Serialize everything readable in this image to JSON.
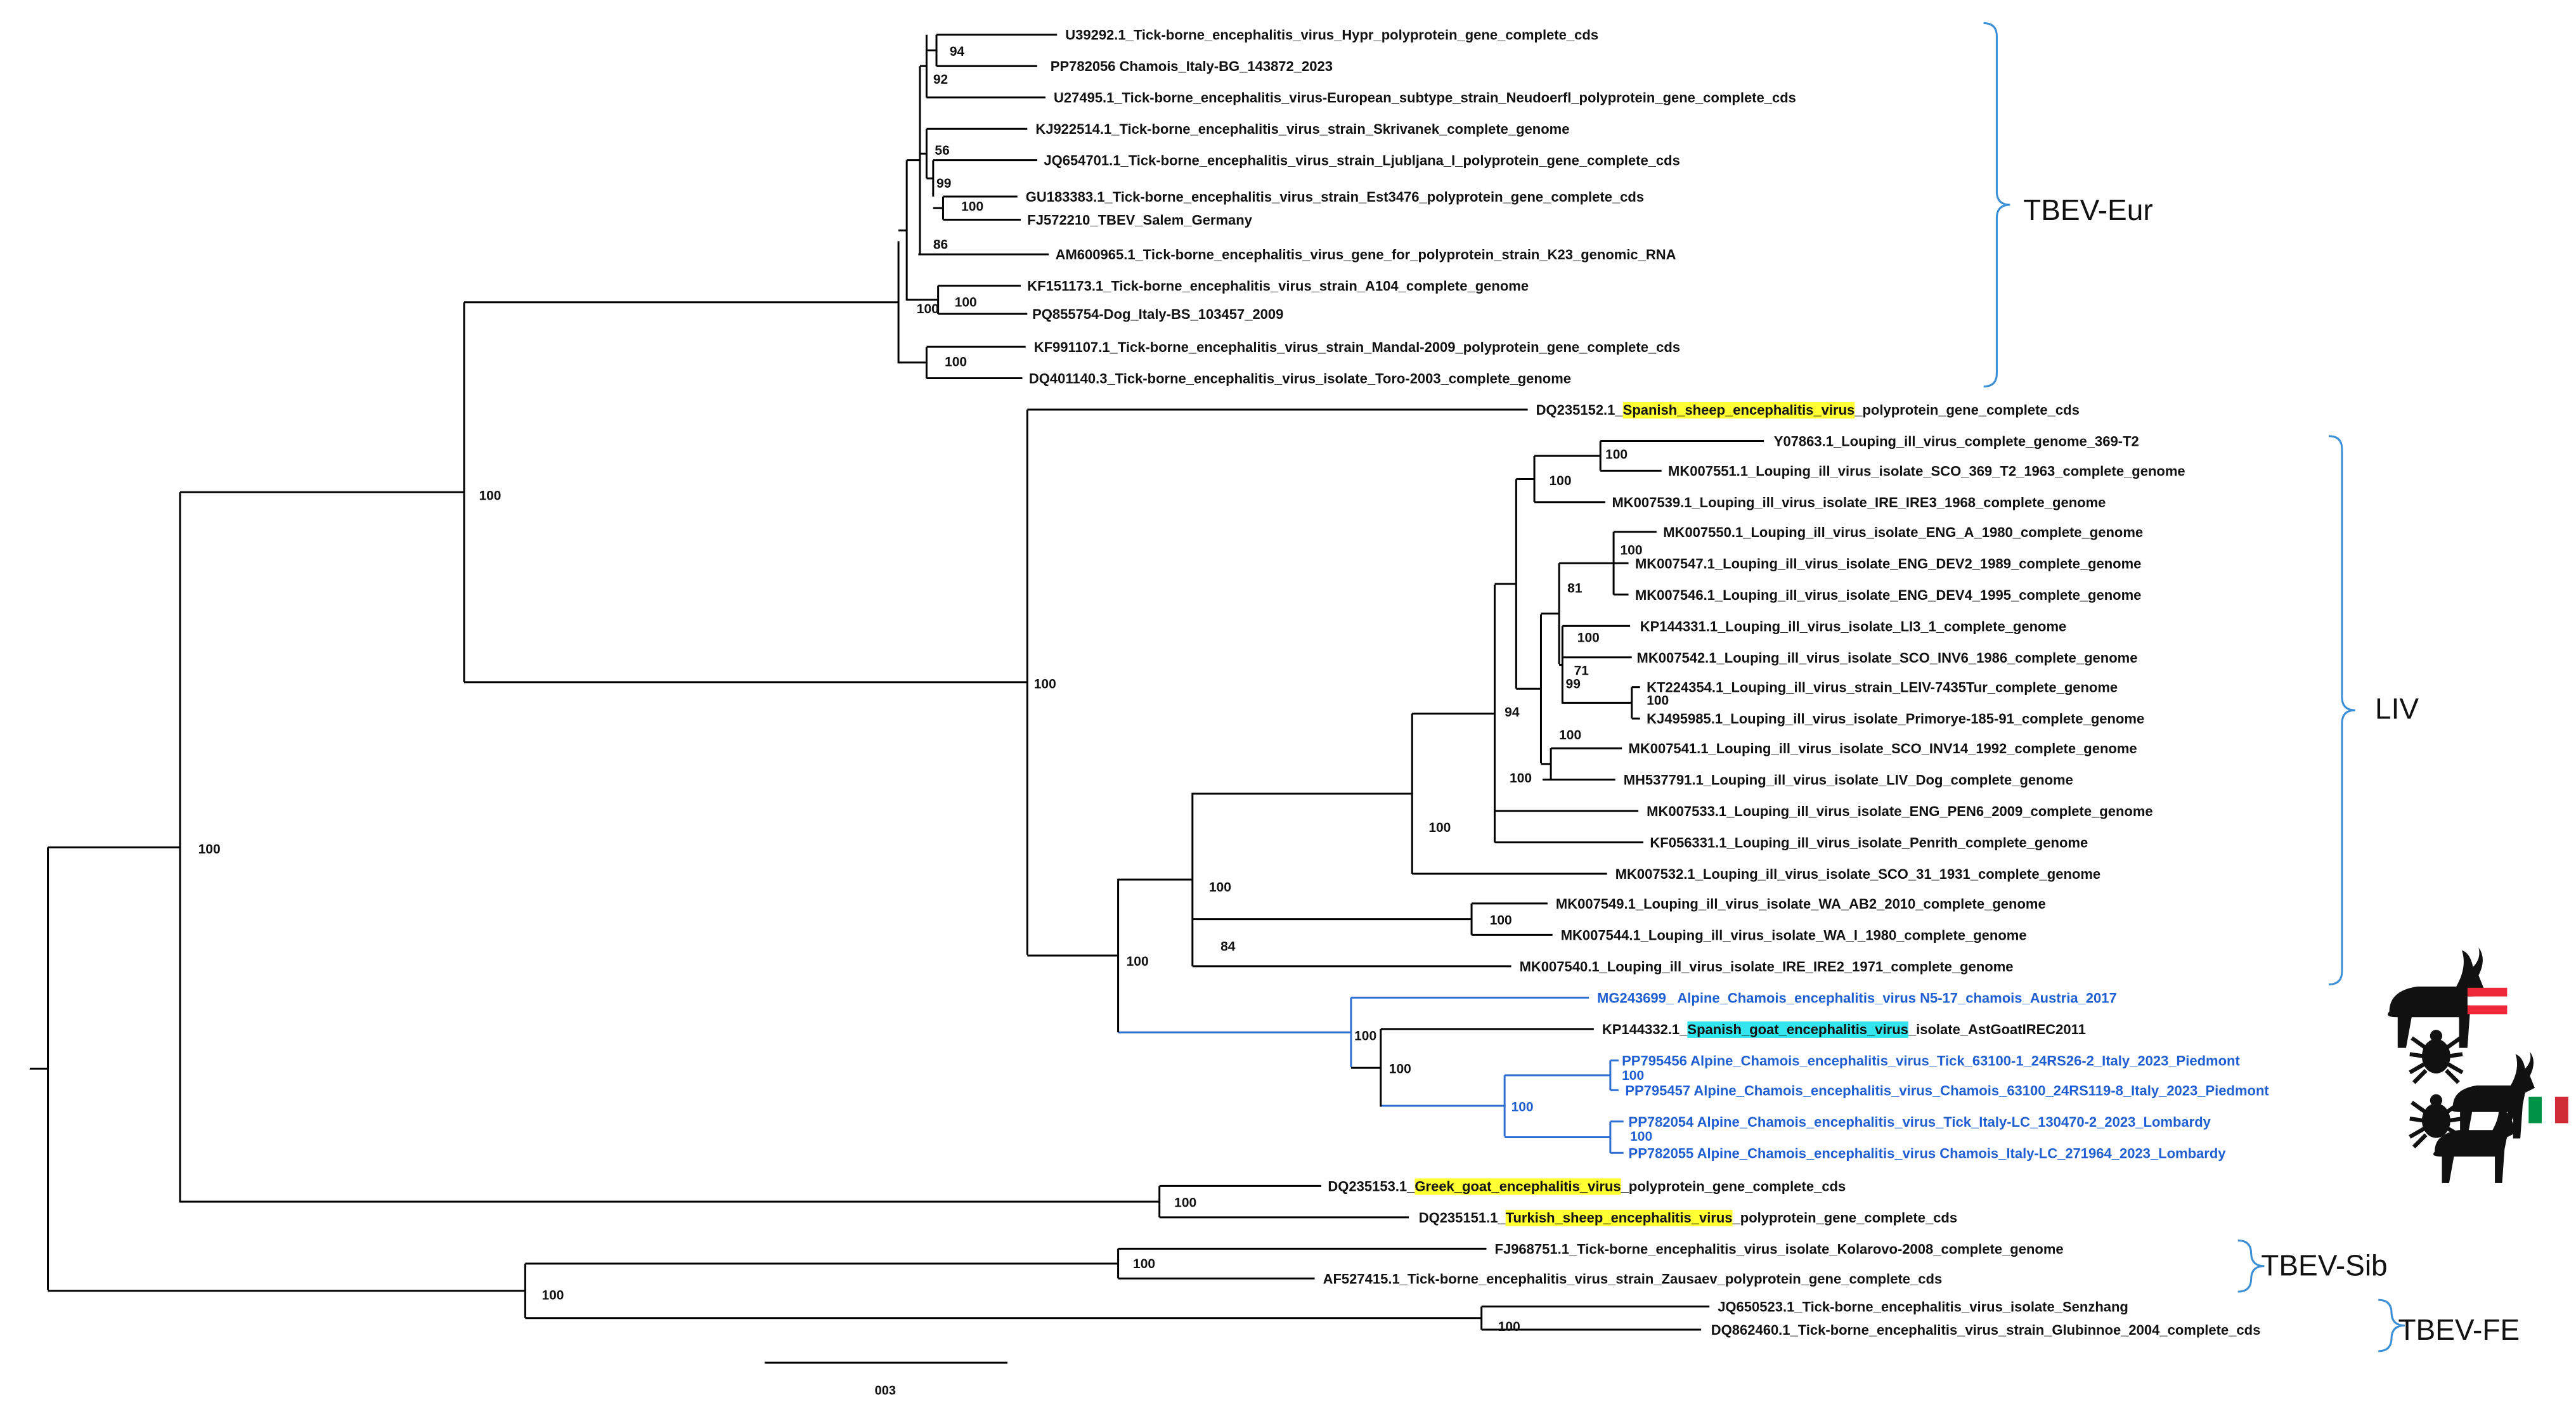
{
  "tips": [
    {
      "id": "t1",
      "label": "U39292.1_Tick-borne_encephalitis_virus_Hypr_polyprotein_gene_complete_cds"
    },
    {
      "id": "t2",
      "label": "PP782056 Chamois_Italy-BG_143872_2023"
    },
    {
      "id": "t3",
      "label": "U27495.1_Tick-borne_encephalitis_virus-European_subtype_strain_Neudoerfl_polyprotein_gene_complete_cds"
    },
    {
      "id": "t4",
      "label": "KJ922514.1_Tick-borne_encephalitis_virus_strain_Skrivanek_complete_genome"
    },
    {
      "id": "t5",
      "label": "JQ654701.1_Tick-borne_encephalitis_virus_strain_Ljubljana_I_polyprotein_gene_complete_cds"
    },
    {
      "id": "t6",
      "label": "GU183383.1_Tick-borne_encephalitis_virus_strain_Est3476_polyprotein_gene_complete_cds"
    },
    {
      "id": "t7",
      "label": "FJ572210_TBEV_Salem_Germany"
    },
    {
      "id": "t8",
      "label": "AM600965.1_Tick-borne_encephalitis_virus_gene_for_polyprotein_strain_K23_genomic_RNA"
    },
    {
      "id": "t9",
      "label": "KF151173.1_Tick-borne_encephalitis_virus_strain_A104_complete_genome"
    },
    {
      "id": "t10",
      "label": "PQ855754-Dog_Italy-BS_103457_2009"
    },
    {
      "id": "t11",
      "label": "KF991107.1_Tick-borne_encephalitis_virus_strain_Mandal-2009_polyprotein_gene_complete_cds"
    },
    {
      "id": "t12",
      "label": "DQ401140.3_Tick-borne_encephalitis_virus_isolate_Toro-2003_complete_genome"
    },
    {
      "id": "t13",
      "label": "DQ235152.1_",
      "highlight": "Spanish_sheep_encephalitis_virus",
      "highlight_color": "#ffff33",
      "suffix": "_polyprotein_gene_complete_cds"
    },
    {
      "id": "t14",
      "label": "Y07863.1_Louping_ill_virus_complete_genome_369-T2"
    },
    {
      "id": "t15",
      "label": "MK007551.1_Louping_ill_virus_isolate_SCO_369_T2_1963_complete_genome"
    },
    {
      "id": "t16",
      "label": "MK007539.1_Louping_ill_virus_isolate_IRE_IRE3_1968_complete_genome"
    },
    {
      "id": "t17",
      "label": "MK007550.1_Louping_ill_virus_isolate_ENG_A_1980_complete_genome"
    },
    {
      "id": "t18",
      "label": "MK007547.1_Louping_ill_virus_isolate_ENG_DEV2_1989_complete_genome"
    },
    {
      "id": "t19",
      "label": "MK007546.1_Louping_ill_virus_isolate_ENG_DEV4_1995_complete_genome"
    },
    {
      "id": "t20",
      "label": "KP144331.1_Louping_ill_virus_isolate_LI3_1_complete_genome"
    },
    {
      "id": "t21",
      "label": "MK007542.1_Louping_ill_virus_isolate_SCO_INV6_1986_complete_genome"
    },
    {
      "id": "t22",
      "label": "KT224354.1_Louping_ill_virus_strain_LEIV-7435Tur_complete_genome"
    },
    {
      "id": "t23",
      "label": "KJ495985.1_Louping_ill_virus_isolate_Primorye-185-91_complete_genome"
    },
    {
      "id": "t24",
      "label": "MK007541.1_Louping_ill_virus_isolate_SCO_INV14_1992_complete_genome"
    },
    {
      "id": "t25",
      "label": "MH537791.1_Louping_ill_virus_isolate_LIV_Dog_complete_genome"
    },
    {
      "id": "t26",
      "label": "MK007533.1_Louping_ill_virus_isolate_ENG_PEN6_2009_complete_genome"
    },
    {
      "id": "t27",
      "label": "KF056331.1_Louping_ill_virus_isolate_Penrith_complete_genome"
    },
    {
      "id": "t28",
      "label": "MK007532.1_Louping_ill_virus_isolate_SCO_31_1931_complete_genome"
    },
    {
      "id": "t29",
      "label": "MK007549.1_Louping_ill_virus_isolate_WA_AB2_2010_complete_genome"
    },
    {
      "id": "t30",
      "label": "MK007544.1_Louping_ill_virus_isolate_WA_I_1980_complete_genome"
    },
    {
      "id": "t31",
      "label": "MK007540.1_Louping_ill_virus_isolate_IRE_IRE2_1971_complete_genome"
    },
    {
      "id": "t32",
      "label": "MG243699_ Alpine_Chamois_encephalitis_virus N5-17_chamois_Austria_2017",
      "blue": true
    },
    {
      "id": "t33",
      "label": "KP144332.1_",
      "highlight": "Spanish_goat_encephalitis_virus",
      "highlight_color": "#33e6ee",
      "suffix": "_isolate_AstGoatIREC2011"
    },
    {
      "id": "t34",
      "label": "PP795456 Alpine_Chamois_encephalitis_virus_Tick_63100-1_24RS26-2_Italy_2023_Piedmont",
      "blue": true
    },
    {
      "id": "t35",
      "label": "PP795457 Alpine_Chamois_encephalitis_virus_Chamois_63100_24RS119-8_Italy_2023_Piedmont",
      "blue": true
    },
    {
      "id": "t36",
      "label": "PP782054 Alpine_Chamois_encephalitis_virus_Tick_Italy-LC_130470-2_2023_Lombardy",
      "blue": true
    },
    {
      "id": "t37",
      "label": "PP782055 Alpine_Chamois_encephalitis_virus Chamois_Italy-LC_271964_2023_Lombardy",
      "blue": true
    },
    {
      "id": "t38",
      "label": "DQ235153.1_",
      "highlight": "Greek_goat_encephalitis_virus",
      "highlight_color": "#ffff33",
      "suffix": "_polyprotein_gene_complete_cds"
    },
    {
      "id": "t39",
      "label": "DQ235151.1_",
      "highlight": "Turkish_sheep_encephalitis_virus",
      "highlight_color": "#ffff33",
      "suffix": "_polyprotein_gene_complete_cds"
    },
    {
      "id": "t40",
      "label": "FJ968751.1_Tick-borne_encephalitis_virus_isolate_Kolarovo-2008_complete_genome"
    },
    {
      "id": "t41",
      "label": "AF527415.1_Tick-borne_encephalitis_virus_strain_Zausaev_polyprotein_gene_complete_cds"
    },
    {
      "id": "t42",
      "label": "JQ650523.1_Tick-borne_encephalitis_virus_isolate_Senzhang"
    },
    {
      "id": "t43",
      "label": "DQ862460.1_Tick-borne_encephalitis_virus_strain_Glubinnoe_2004_complete_cds"
    }
  ],
  "support_values": [
    "94",
    "92",
    "56",
    "99",
    "100",
    "86",
    "100",
    "100",
    "100",
    "100",
    "100",
    "100",
    "100",
    "81",
    "100",
    "71",
    "99",
    "100",
    "100",
    "94",
    "100",
    "100",
    "100",
    "100",
    "84",
    "100",
    "100",
    "100",
    "100",
    "100",
    "100",
    "100",
    "100",
    "100",
    "100",
    "100",
    "100"
  ],
  "clades": [
    {
      "name": "TBEV-Eur"
    },
    {
      "name": "LIV"
    },
    {
      "name": "TBEV-Sib"
    },
    {
      "name": "TBEV-FE"
    }
  ],
  "scale_bar": {
    "label": "003"
  },
  "colors": {
    "acev_branch": "#2e6fd3",
    "acev_label": "#1f5fd1",
    "clade_brace": "#3a8fd6",
    "austria_flag": [
      "#ed2939",
      "#ffffff",
      "#ed2939"
    ],
    "italy_flag": [
      "#009246",
      "#ffffff",
      "#ce2b37"
    ]
  },
  "icons": [
    "chamois-icon",
    "tick-icon",
    "austria-flag-icon",
    "italy-flag-icon"
  ]
}
